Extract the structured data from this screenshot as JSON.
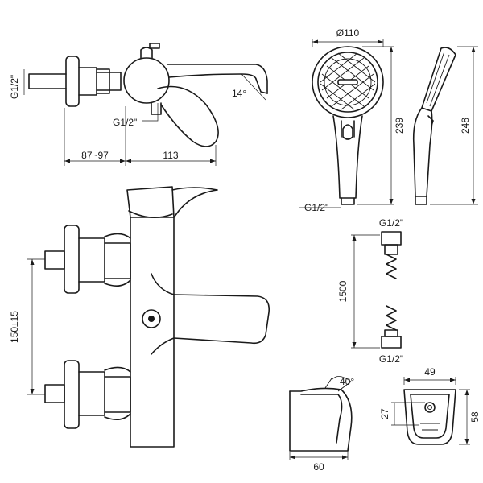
{
  "labels": {
    "thread_top_left": "G1/2\"",
    "angle_spout": "14°",
    "thread_mid_left": "G1/2\"",
    "dim_wall_range": "87~97",
    "dim_spout": "113",
    "dim_head_dia": "Ø110",
    "dim_handshower_len": "239",
    "dim_handshower_side": "248",
    "thread_handshower": "G1/2\"",
    "thread_hose_top": "G1/2\"",
    "dim_hose": "1500",
    "thread_hose_bottom": "G1/2\"",
    "dim_centers": "150±15",
    "angle_holder": "40°",
    "dim_holder_depth": "60",
    "dim_holder_width": "49",
    "dim_holder_hole": "27",
    "dim_holder_height": "58"
  }
}
